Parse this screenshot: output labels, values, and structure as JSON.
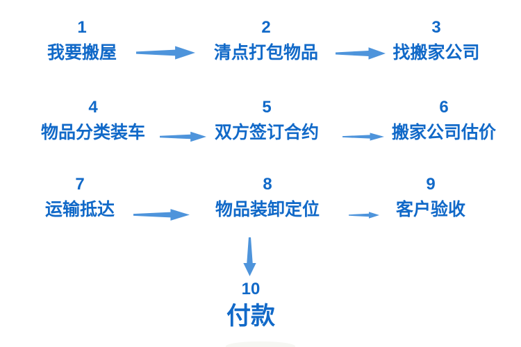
{
  "diagram": {
    "subject": "moving-house-process-flowchart",
    "colors": {
      "text_blue": "#1169c8",
      "arrow_blue": "#4e94db",
      "background": "#ffffff"
    },
    "steps": [
      {
        "number": "1",
        "label": "我要搬屋"
      },
      {
        "number": "2",
        "label": "清点打包物品"
      },
      {
        "number": "3",
        "label": "找搬家公司"
      },
      {
        "number": "4",
        "label": "物品分类装车"
      },
      {
        "number": "5",
        "label": "双方签订合约"
      },
      {
        "number": "6",
        "label": "搬家公司估价"
      },
      {
        "number": "7",
        "label": "运输抵达"
      },
      {
        "number": "8",
        "label": "物品装卸定位"
      },
      {
        "number": "9",
        "label": "客户验收"
      },
      {
        "number": "10",
        "label": "付款"
      }
    ],
    "connections": [
      "1→2",
      "2→3",
      "4→5",
      "5→6",
      "7→8",
      "8→9",
      "8→10"
    ]
  }
}
